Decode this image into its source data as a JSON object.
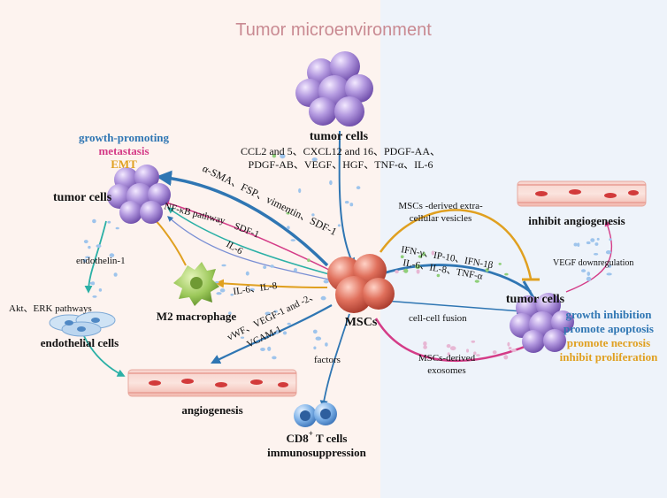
{
  "title": "Tumor microenvironment",
  "nodes": {
    "tumor_top": "tumor cells",
    "tumor_left": "tumor cells",
    "tumor_right": "tumor cells",
    "mscs": "MSCs",
    "m2": "M2 macrophage",
    "endothelial": "endothelial cells",
    "angiogenesis": "angiogenesis",
    "cd8_main": "CD8",
    "cd8_sup": "+",
    "cd8_rest": " T cells",
    "immuno": "immunosuppression",
    "inhibit_angio": "inhibit angiogenesis"
  },
  "effects_left": {
    "growth": "growth-promoting",
    "metastasis": "metastasis",
    "emt": "EMT"
  },
  "effects_right": {
    "growth_inhibition": "growth inhibition",
    "promote_apoptosis": "promote apoptosis",
    "promote_necrosis": "promote necrosis",
    "inhibit_proliferation": "inhibit proliferation"
  },
  "labels": {
    "cytokines_line1": "CCL2 and 5、CXCL12 and 16、PDGF-AA、",
    "cytokines_line2": "PDGF-AB、VEGF、HGF、TNF-α、IL-6",
    "markers": "α-SMA、FSP、vimentin、SDF-1",
    "nfkb": "NF-κB pathway",
    "sdf1": "SDF-1",
    "il6_left": "IL-6",
    "endothelin": "endothelin-1",
    "akt_erk": "Akt、ERK pathways",
    "il6_il8_left": "IL-6、IL-8",
    "vwf": "vWF、VEGF-1 and -2、",
    "vcam": "VCAM-1",
    "factors": "factors",
    "evs_line1": "MSCs -derived extra-",
    "evs_line2": "cellular vesicles",
    "ifn_line1": "IFN-γ、IP-10、IFN-1β",
    "ifn_line2": "IL-6、IL-8、TNF-α",
    "fusion": "cell-cell fusion",
    "exo_line1": "MSCs-derived",
    "exo_line2": "exosomes",
    "vegf_down": "VEGF downregulation"
  },
  "colors": {
    "title": "#c98a92",
    "left_bg": "#fdf3ef",
    "right_bg": "#eef3fa",
    "blue": "#2f76b3",
    "pink": "#d43b87",
    "orange": "#e0a020",
    "teal": "#2bb0a6",
    "mscs": "#e06a5a",
    "tumor": "#9b79c9"
  }
}
